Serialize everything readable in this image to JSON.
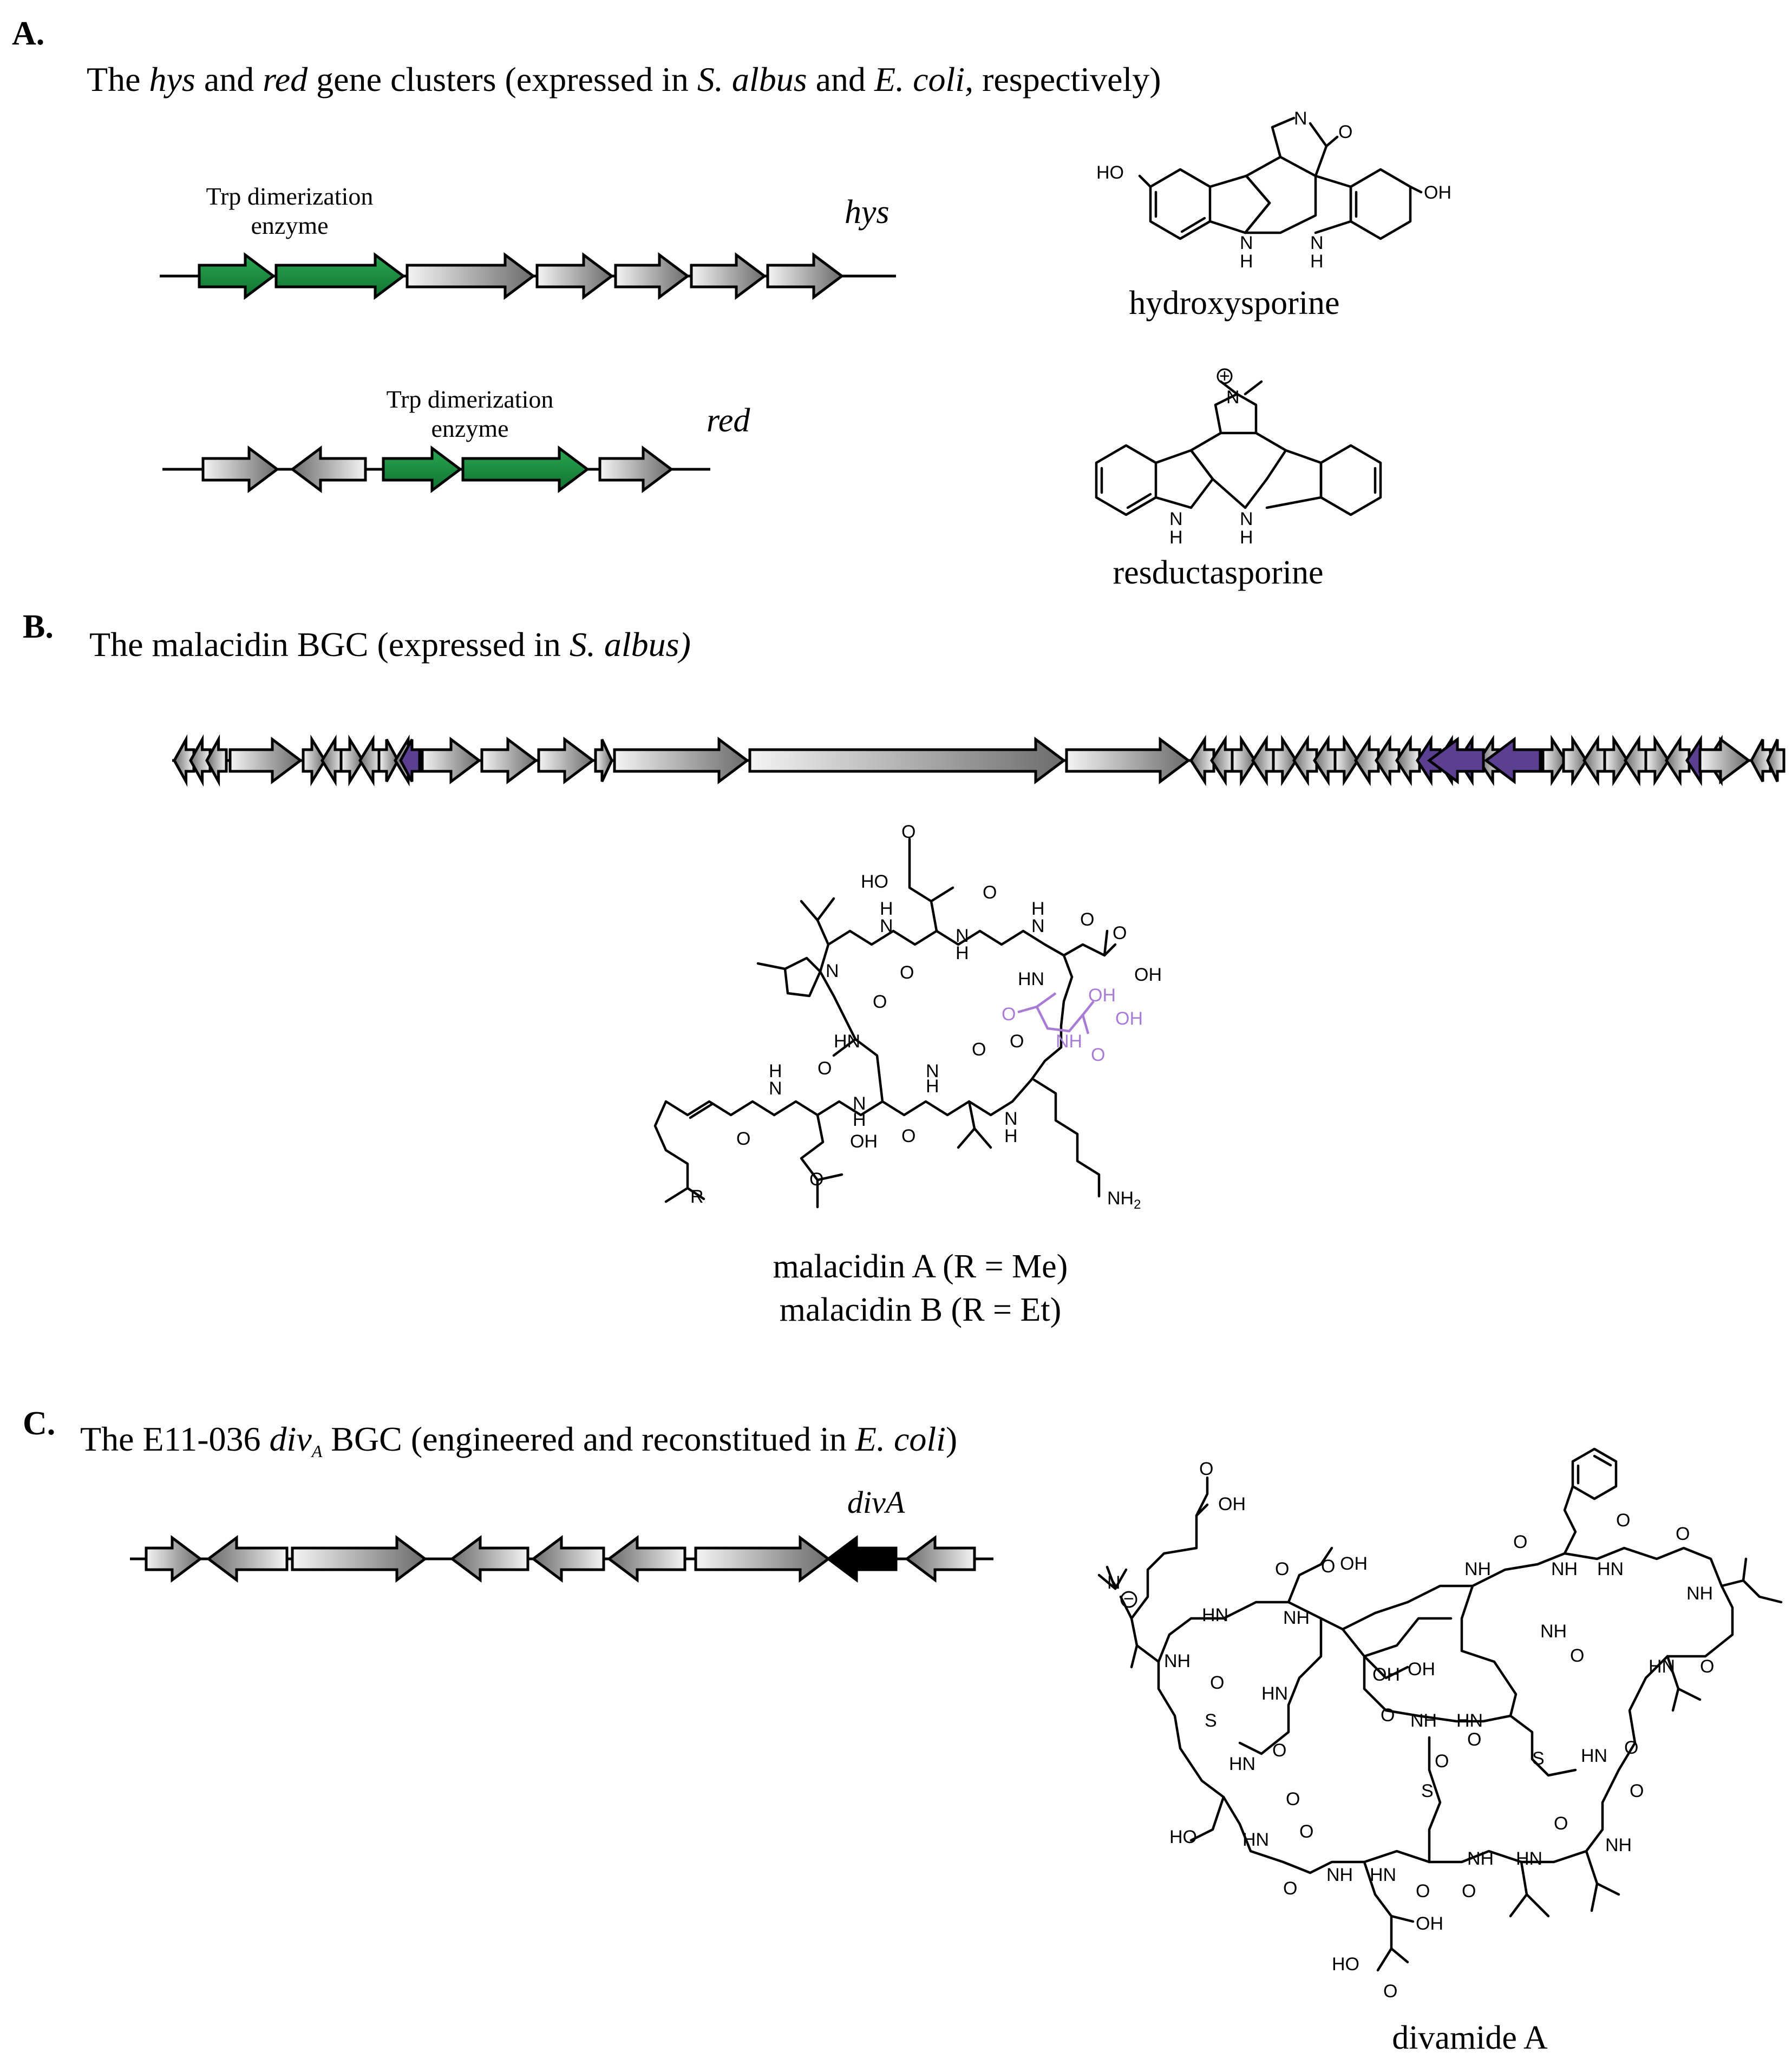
{
  "colors": {
    "biosynthetic_gene": "#1a8a3e",
    "highlight_gene": "#5b3f91",
    "other_gene_light": "#f2f2f2",
    "other_gene_dark": "#6e6e6e",
    "key_gene": "#000000",
    "highlight_atoms": "#a77bd6"
  },
  "panels": {
    "A": {
      "letter": "A.",
      "caption": {
        "p1": "The ",
        "g1": "hys",
        "p2": " and ",
        "g2": "red",
        "p3": " gene clusters (expressed in ",
        "org1": "S. albus",
        "p4": " and ",
        "org2": "E. coli,",
        "p5": " respectively)"
      },
      "clusters": {
        "hys": {
          "name": "hys",
          "enzyme_label_line1": "Trp dimerization",
          "enzyme_label_line2": "enzyme",
          "genes": [
            {
              "dir": "+",
              "type": "biosynthetic"
            },
            {
              "dir": "+",
              "type": "biosynthetic"
            },
            {
              "dir": "+",
              "type": "other"
            },
            {
              "dir": "+",
              "type": "other"
            },
            {
              "dir": "+",
              "type": "other"
            },
            {
              "dir": "+",
              "type": "other"
            },
            {
              "dir": "+",
              "type": "other"
            }
          ]
        },
        "red": {
          "name": "red",
          "enzyme_label_line1": "Trp dimerization",
          "enzyme_label_line2": "enzyme",
          "genes": [
            {
              "dir": "+",
              "type": "other"
            },
            {
              "dir": "-",
              "type": "other"
            },
            {
              "dir": "+",
              "type": "biosynthetic"
            },
            {
              "dir": "+",
              "type": "biosynthetic"
            },
            {
              "dir": "+",
              "type": "other"
            }
          ]
        }
      },
      "compounds": {
        "hydroxysporine": {
          "name": "hydroxysporine",
          "atoms": {
            "ho": "HO",
            "oh": "OH",
            "n": "N",
            "o": "O",
            "nh1": "H",
            "nh2": "H",
            "n1": "N",
            "n2": "N"
          }
        },
        "resductasporine": {
          "name": "resductasporine",
          "atoms": {
            "nplus": "N",
            "plus": "+",
            "n1": "N",
            "n2": "N",
            "h1": "H",
            "h2": "H"
          }
        }
      }
    },
    "B": {
      "letter": "B.",
      "caption": {
        "p1": "The malacidin BGC (expressed in ",
        "org": "S. albus)"
      },
      "compound": {
        "name_line1": "malacidin A (R = Me)",
        "name_line2": "malacidin B (R = Et)",
        "atoms": {
          "HO": "HO",
          "OH": "OH",
          "O": "O",
          "N": "N",
          "H": "H",
          "NH": "NH",
          "HN": "HN",
          "R": "R",
          "NH2": "NH",
          "sub2": "2"
        }
      }
    },
    "C": {
      "letter": "C.",
      "caption": {
        "p1": "The E11-036 ",
        "gene": "div",
        "sub": "A",
        "p2": " BGC (engineered and reconstitued in ",
        "org": "E. coli",
        "p3": ")"
      },
      "key_gene_label": "divA",
      "genes": [
        {
          "dir": "+",
          "type": "other"
        },
        {
          "dir": "-",
          "type": "other"
        },
        {
          "dir": "+",
          "type": "other"
        },
        {
          "dir": "-",
          "type": "other"
        },
        {
          "dir": "-",
          "type": "other"
        },
        {
          "dir": "-",
          "type": "other"
        },
        {
          "dir": "+",
          "type": "other"
        },
        {
          "dir": "-",
          "type": "key"
        },
        {
          "dir": "-",
          "type": "other"
        }
      ],
      "compound": {
        "name": "divamide A",
        "atoms": {
          "N": "N",
          "O": "O",
          "OH": "OH",
          "HO": "HO",
          "NH": "NH",
          "HN": "HN",
          "S": "S",
          "H": "H",
          "minus": "−"
        }
      }
    }
  }
}
